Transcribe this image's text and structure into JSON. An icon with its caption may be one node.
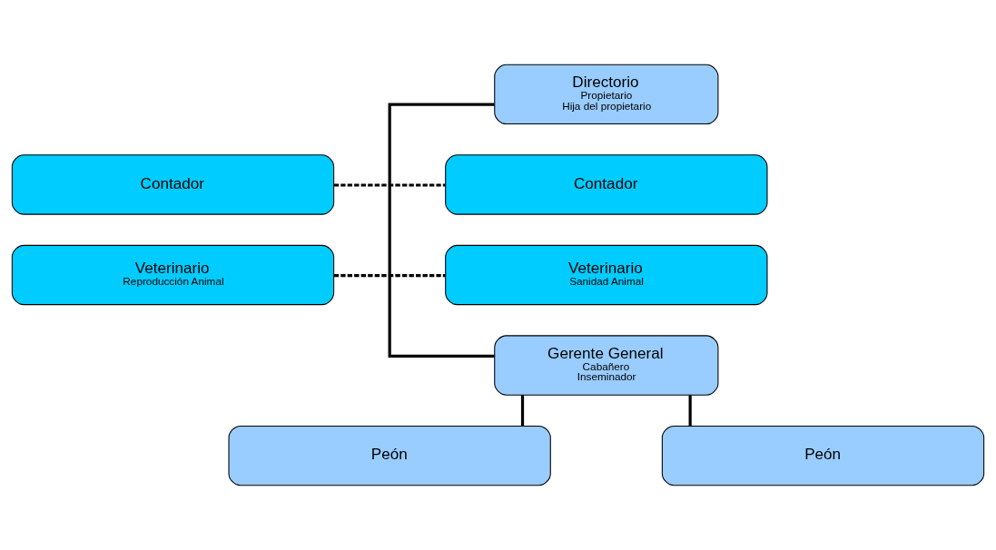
{
  "diagram": {
    "nodes": [
      {
        "text": [
          "Directorio",
          "Propietario",
          "Hija del propietario"
        ]
      },
      {
        "text": [
          "Contador"
        ]
      },
      {
        "text": [
          "Contador"
        ]
      },
      {
        "text": [
          "Veterinario",
          "Reproducción Animal"
        ]
      },
      {
        "text": [
          "Veterinario",
          "Sanidad Animal"
        ]
      },
      {
        "text": [
          "Gerente General",
          "Cabañero",
          "Inseminador"
        ]
      },
      {
        "text": [
          "Peón"
        ]
      },
      {
        "text": [
          "Peón"
        ]
      }
    ],
    "edges": [
      {
        "from": 0,
        "to": 5,
        "arrow": "none"
      },
      {
        "from": 1,
        "to": 2,
        "arrow": "none",
        "style": "dashed"
      },
      {
        "from": 3,
        "to": 4,
        "arrow": "none",
        "style": "dashed"
      },
      {
        "from": 5,
        "to": 6,
        "arrow": "none"
      },
      {
        "from": 5,
        "to": 7,
        "arrow": "none"
      }
    ]
  }
}
